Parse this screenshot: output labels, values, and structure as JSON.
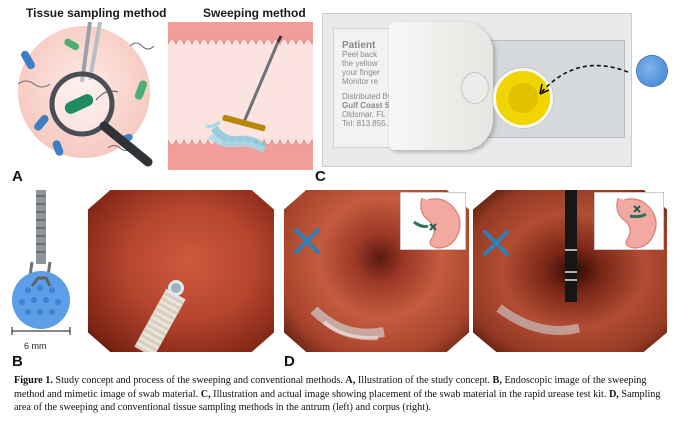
{
  "panel_a": {
    "letter": "A",
    "title_left": "Tissue sampling method",
    "title_right": "Sweeping method"
  },
  "panel_b": {
    "letter": "B",
    "scale_label": "6 mm"
  },
  "panel_c": {
    "letter": "C",
    "card_lines": [
      "Patient",
      "Peel back",
      "the yellow",
      "your finger",
      "Monitor re",
      "Distributed By:",
      "Gulf Coast S",
      "Oldsmar, FL",
      "Tel: 813.855.12"
    ]
  },
  "panel_d": {
    "letter": "D"
  },
  "caption": {
    "label": "Figure 1.",
    "text_1": " Study concept and process of the sweeping and conventional methods. ",
    "a": "A,",
    "text_a": " Illustration of the study concept. ",
    "b": "B,",
    "text_b": " Endoscopic image of the sweeping method and mimetic image of swab material. ",
    "c": "C,",
    "text_c": " Illustration and actual image showing placement of the swab material in the rapid urease test kit. ",
    "d": "D,",
    "text_d": " Sampling area of the sweeping and conventional tissue sampling methods in the antrum (left) and corpus (right)."
  },
  "colors": {
    "accent_blue": "#4a86c8",
    "endoscopy_red": "#b5452e",
    "stomach_pink": "#f2a9a1",
    "yellow_well": "#f1d500"
  }
}
